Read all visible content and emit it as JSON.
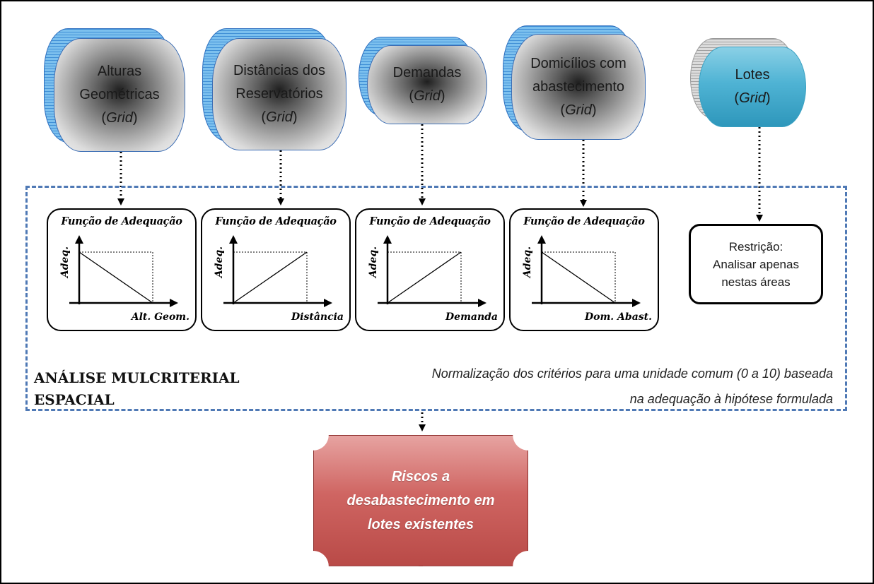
{
  "sources": [
    {
      "line1": "Alturas",
      "line2": "Geométricas",
      "grid_open": "(",
      "grid": "Grid",
      "grid_close": ")"
    },
    {
      "line1": "Distâncias dos",
      "line2": "Reservatórios",
      "grid_open": "(",
      "grid": "Grid",
      "grid_close": ")"
    },
    {
      "line1": "Demandas",
      "grid_open": "(",
      "grid": "Grid",
      "grid_close": ")"
    },
    {
      "line1": "Domicílios com",
      "line2": "abastecimento",
      "grid_open": "(",
      "grid": "Grid",
      "grid_close": ")"
    },
    {
      "line1": "Lotes",
      "grid_open": "(",
      "grid": "Grid",
      "grid_close": ")"
    }
  ],
  "functions": [
    {
      "title": "Função de Adequação",
      "ylabel": "Adeq.",
      "xlabel": "Alt. Geom.",
      "trend": "decreasing"
    },
    {
      "title": "Função de Adequação",
      "ylabel": "Adeq.",
      "xlabel": "Distância",
      "trend": "increasing"
    },
    {
      "title": "Função de Adequação",
      "ylabel": "Adeq.",
      "xlabel": "Demanda",
      "trend": "increasing"
    },
    {
      "title": "Função de Adequação",
      "ylabel": "Adeq.",
      "xlabel": "Dom. Abast.",
      "trend": "decreasing"
    }
  ],
  "restriction": {
    "line1": "Restrição:",
    "line2": "Analisar apenas",
    "line3": "nestas áreas"
  },
  "panel": {
    "title_line1": "ANÁLISE MULCRITERIAL",
    "title_line2": "ESPACIAL",
    "note_line1": "Normalização dos critérios para uma unidade comum (0 a 10) baseada",
    "note_line2": "na adequação à hipótese formulada"
  },
  "result": {
    "line1": "Riscos a",
    "line2": "desabastecimento em",
    "line3": "lotes existentes"
  },
  "colors": {
    "panel_border": "#4f79b5",
    "cylinder_blue": "#5aa9e4",
    "lotes_teal": "#4fb3d4",
    "result_red": "#c55855"
  }
}
